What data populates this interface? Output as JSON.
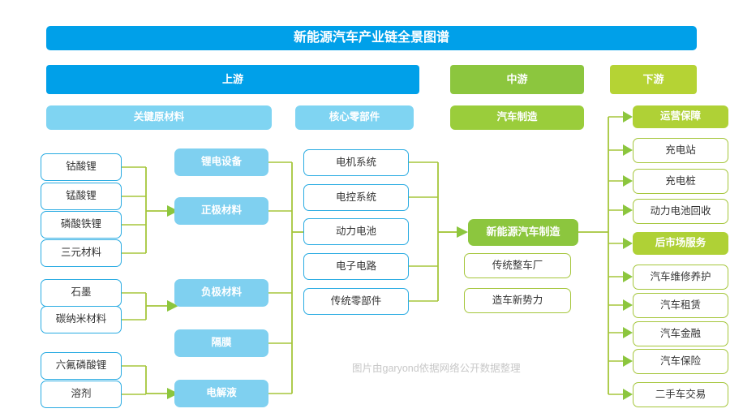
{
  "title": "新能源汽车产业链全景图谱",
  "stages": [
    {
      "key": "upstream",
      "label": "上游"
    },
    {
      "key": "midstream",
      "label": "中游"
    },
    {
      "key": "downstream",
      "label": "下游"
    }
  ],
  "upstream": {
    "sections": [
      {
        "key": "raw",
        "label": "关键原材料"
      },
      {
        "key": "core",
        "label": "核心零部件"
      }
    ],
    "raw_materials": [
      {
        "label": "钴酸锂"
      },
      {
        "label": "锰酸锂"
      },
      {
        "label": "磷酸铁锂"
      },
      {
        "label": "三元材料"
      },
      {
        "label": "石墨"
      },
      {
        "label": "碳纳米材料"
      },
      {
        "label": "六氟磷酸锂"
      },
      {
        "label": "溶剂"
      }
    ],
    "battery_materials": [
      {
        "label": "锂电设备"
      },
      {
        "label": "正极材料"
      },
      {
        "label": "负极材料"
      },
      {
        "label": "隔膜"
      },
      {
        "label": "电解液"
      }
    ],
    "core_components": [
      {
        "label": "电机系统"
      },
      {
        "label": "电控系统"
      },
      {
        "label": "动力电池"
      },
      {
        "label": "电子电路"
      },
      {
        "label": "传统零部件"
      }
    ]
  },
  "midstream": {
    "section": {
      "label": "汽车制造"
    },
    "hub": {
      "label": "新能源汽车制造"
    },
    "makers": [
      {
        "label": "传统整车厂"
      },
      {
        "label": "造车新势力"
      }
    ]
  },
  "downstream": {
    "groups": [
      {
        "key": "operations",
        "label": "运营保障",
        "items": [
          {
            "label": "充电站"
          },
          {
            "label": "充电桩"
          },
          {
            "label": "动力电池回收"
          }
        ]
      },
      {
        "key": "aftermarket",
        "label": "后市场服务",
        "items": [
          {
            "label": "汽车维修养护"
          },
          {
            "label": "汽车租赁"
          },
          {
            "label": "汽车金融"
          },
          {
            "label": "汽车保险"
          },
          {
            "label": "二手车交易"
          }
        ]
      }
    ]
  },
  "watermark": "图片由garyond依据网络公开数据整理",
  "colors": {
    "title_blue": "#00A0E9",
    "light_blue": "#7FD4F2",
    "node_blue_border": "#29ABE2",
    "mid_green": "#8CC63E",
    "down_green": "#B5D334",
    "wire_green": "#A5C63B"
  }
}
